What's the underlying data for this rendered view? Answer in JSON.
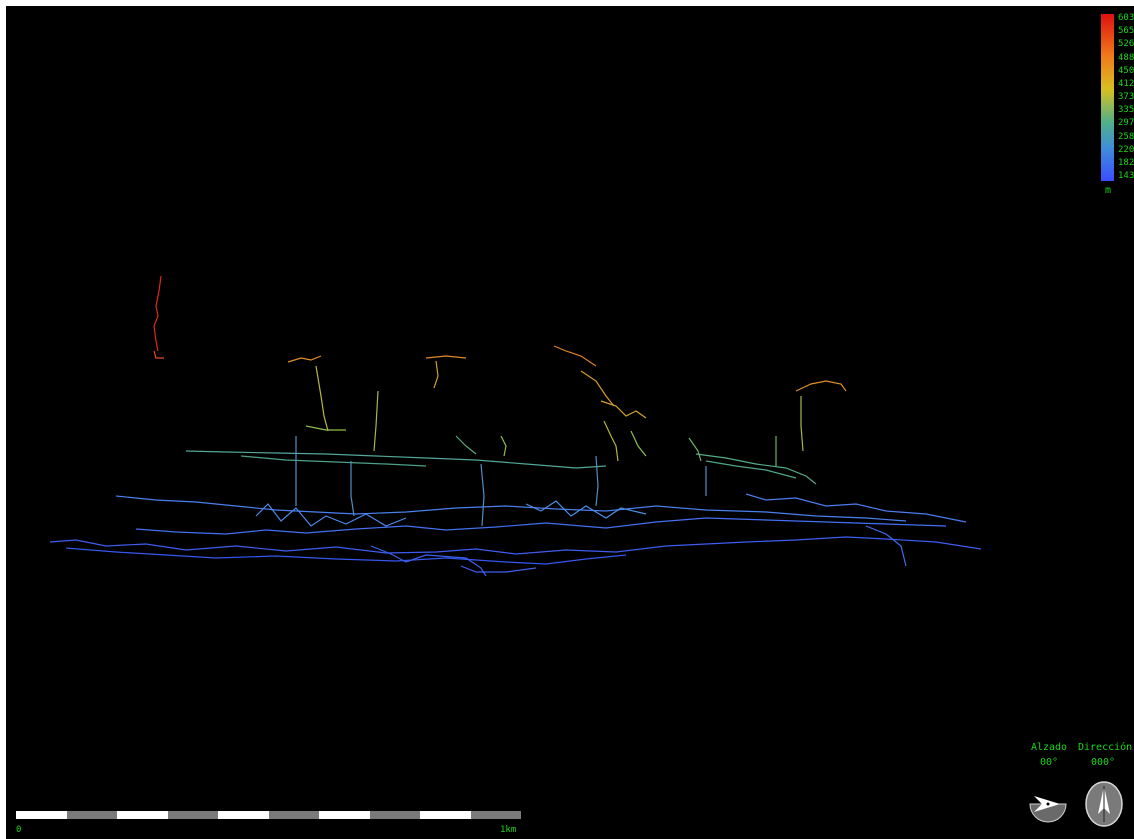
{
  "colors": {
    "background": "#000000",
    "label_color": "#19d619",
    "depth_high": "#e01010",
    "depth_low": "#3a4dff"
  },
  "depth_legend": {
    "unit": "m",
    "ticks": [
      "603",
      "565",
      "526",
      "488",
      "450",
      "412",
      "373",
      "335",
      "297",
      "258",
      "220",
      "182",
      "143"
    ]
  },
  "view_indicators": {
    "elevation": {
      "label": "Alzado",
      "value": "00°",
      "icon": "elevation-dial-icon"
    },
    "direction": {
      "label": "Dirección",
      "value": "000°",
      "icon": "compass-north-icon"
    }
  },
  "scale_bar": {
    "start_label": "0",
    "end_label": "1km"
  }
}
